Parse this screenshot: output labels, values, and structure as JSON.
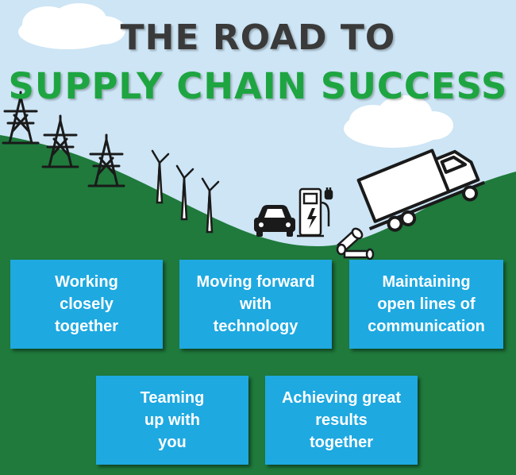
{
  "title": {
    "line1": "THE ROAD TO",
    "line2": "SUPPLY CHAIN SUCCESS"
  },
  "boxes": [
    {
      "label": "Working\nclosely\ntogether"
    },
    {
      "label": "Moving forward\nwith\ntechnology"
    },
    {
      "label": "Maintaining\nopen lines of\ncommunication"
    },
    {
      "label": "Teaming\nup with\nyou"
    },
    {
      "label": "Achieving great\nresults\ntogether"
    }
  ],
  "colors": {
    "sky": "#cde5f5",
    "hill": "#1f7a3c",
    "box": "#1ea9e1",
    "title_dark": "#3a3a3a",
    "title_green": "#1ea541"
  },
  "icons": [
    "cloud-icon",
    "power-pylon-icon",
    "wind-turbine-icon",
    "car-icon",
    "ev-charger-icon",
    "pipe-icon",
    "truck-icon"
  ]
}
